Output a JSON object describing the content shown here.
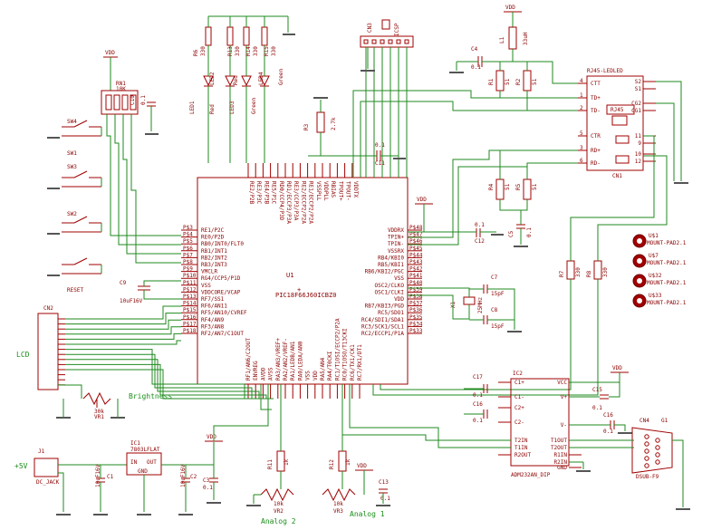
{
  "title": "",
  "mcu": {
    "name": "PIC18F66J60ICBZ0",
    "ref": "U1",
    "left_pins": [
      "RE1/P2C",
      "RE0/P2D",
      "RB0/INT0/FLT0",
      "RB1/INT1",
      "RB2/INT2",
      "RB3/INT3",
      "VMCLR",
      "RG4/CCP5/P1D",
      "VSS",
      "VDDCORE/VCAP",
      "RF7/SS1",
      "RF6/AN11",
      "RF5/AN10/CVREF",
      "RF4/AN9",
      "RF3/AN8",
      "RF2/AN7/C1OUT"
    ],
    "left_nums": [
      "P$3",
      "P$4",
      "P$5",
      "P$6",
      "P$7",
      "P$8",
      "P$9",
      "P$10",
      "P$11",
      "P$12",
      "P$13",
      "P$14",
      "P$15",
      "P$16",
      "P$17",
      "P$18"
    ],
    "top_pins": [
      "RE2/P2B",
      "RE3/P3C",
      "RE4/P3B",
      "RE5/P1C",
      "RD0/CCP4/P3D",
      "RD1/ECCP3/P3A",
      "RE3/CCP3/P3A",
      "RE2/ECCP2/P2A",
      "RE1/ECCP2/P2A",
      "VSSPLL",
      "VDDPLL",
      "RBIAS",
      "TPOUT+",
      "TPOUT-",
      "VDDTX"
    ],
    "right_pins": [
      "VDDRX",
      "TPIN+",
      "TPIN-",
      "VSSRX",
      "RB4/KBI0",
      "RB5/KBI1",
      "RB6/KBI2/PGC",
      "VSS",
      "OSC2/CLKO",
      "OSC1/CLKI",
      "VDD",
      "RB7/KBI3/PGD",
      "RC5/SDO1",
      "RC4/SDI1/SDA1",
      "RC3/SCK1/SCL1",
      "RC2/ECCP1/P1A"
    ],
    "right_nums": [
      "P$48",
      "P$47",
      "P$46",
      "P$45",
      "P$44",
      "P$43",
      "P$42",
      "P$41",
      "P$40",
      "P$39",
      "P$38",
      "P$37",
      "P$36",
      "P$35",
      "P$34",
      "P$33"
    ],
    "bottom_pins": [
      "RF1/AN6/C2OUT",
      "ENVREG",
      "AVDD",
      "AVSS",
      "RA3/AN3/VREF+",
      "RA2/AN2/VREF-",
      "RA1/LEDB/AN1",
      "RA0/LEDA/AN0",
      "VSS",
      "VDD",
      "RA5/AN4",
      "RA4/T0CKI",
      "RC1/T1OSI/ECCP2/P2A",
      "RC0/T1OSO/T13CKI",
      "RC6/TX1/CK1",
      "RC7/RX1/DT1"
    ]
  },
  "labels": {
    "vdd": "VDD",
    "rn1": "RN1",
    "rn1_val": "10K",
    "c10": "C10",
    "c10_val": "0.1",
    "sw": [
      "SW4",
      "SW1",
      "SW3",
      "SW2"
    ],
    "reset": "RESET",
    "c9": "C9",
    "c9_val": "10uF16V",
    "cn2": "CN2",
    "lcd": "LCD",
    "brightness": "Brightness",
    "vr1": "VR1",
    "vr1_val": "30k",
    "j1": "J1",
    "dc_jack": "DC_JACK",
    "plus5v": "+5V",
    "ic1": "IC1",
    "ic1_part": "7803LFLAT",
    "ic1_in": "IN",
    "ic1_out": "OUT",
    "ic1_gnd": "GND",
    "c1": "C1",
    "c1_val": "10uF16V",
    "c2": "C2",
    "c2_val": "10uF16V",
    "c3": "C3",
    "c3_val": "0.1",
    "r6": "R6",
    "r6_val": "330",
    "r13": "R13",
    "r13_val": "330",
    "r14": "R14",
    "r14_val": "330",
    "r15": "R15",
    "r15_val": "330",
    "led1": "LED1",
    "led1_color": "Red",
    "led2": "LED2",
    "led2_color": "Red",
    "led3": "LED3",
    "led3_color": "Green",
    "led4": "LED4",
    "led4_color": "Green",
    "r3": "R3",
    "r3_val": "2.7k",
    "cn3": "CN3",
    "icsp": "ICSP",
    "c11": "C11",
    "c11_val": "0.1",
    "c4": "C4",
    "c4_val": "0.1",
    "l1": "L1",
    "l1_val": "33uH",
    "r1": "R1",
    "r1_val": "51",
    "r2": "R2",
    "r2_val": "51",
    "rj45": "RJ45-LEDLED",
    "rj45_inner": "RJ45",
    "cn1": "CN1",
    "rj_pins": [
      "CTT",
      "TD+",
      "TD-",
      "CTR",
      "RD+",
      "RD-"
    ],
    "rj_nums": [
      "4",
      "1",
      "2",
      "5",
      "3",
      "6"
    ],
    "rj_right": [
      "S2",
      "S1",
      "CG2",
      "CG1",
      "11",
      "9",
      "10",
      "12"
    ],
    "r4": "R4",
    "r4_val": "51",
    "r5": "R5",
    "r5_val": "51",
    "c5": "C5",
    "c5_val": "0.1",
    "c12": "C12",
    "c12_val": "0.1",
    "c7": "C7",
    "c7_val": "15pF",
    "c8": "C8",
    "c8_val": "15pF",
    "x1": "X1",
    "x1_val": "25MHz",
    "r7": "R7",
    "r7_val": "330",
    "r8": "R8",
    "r8_val": "330",
    "mounts": [
      {
        "ref": "U$1",
        "name": "MOUNT-PAD2.1"
      },
      {
        "ref": "U$7",
        "name": "MOUNT-PAD2.1"
      },
      {
        "ref": "U$32",
        "name": "MOUNT-PAD2.1"
      },
      {
        "ref": "U$33",
        "name": "MOUNT-PAD2.1"
      }
    ],
    "ic2": "IC2",
    "ic2_part": "ADM232AN_DIP",
    "ic2_left": [
      "C1+",
      "C1-",
      "C2+",
      "C2-",
      "T2IN",
      "T1IN",
      "R2OUT"
    ],
    "ic2_right": [
      "VCC",
      "V+",
      "V-",
      "T1OUT",
      "T2OUT",
      "R1IN",
      "R2IN",
      "GND"
    ],
    "c13": "C17",
    "c13_val": "0.1",
    "c14": "C16",
    "c14_val": "0.1",
    "c15": "C15",
    "c15_val": "0.1",
    "c16": "C16",
    "c16_val": "0.1",
    "cn4": "CN4",
    "dsub": "DSUB-F9",
    "g1": "G1",
    "r11": "R11",
    "r11_val": "1k",
    "r12": "R12",
    "r12_val": "1k",
    "vr2": "VR2",
    "vr2_val": "10k",
    "vr3": "VR3",
    "vr3_val": "10k",
    "c13b": "C13",
    "c13b_val": "0.1",
    "analog2": "Analog 2",
    "analog1": "Analog 1"
  }
}
